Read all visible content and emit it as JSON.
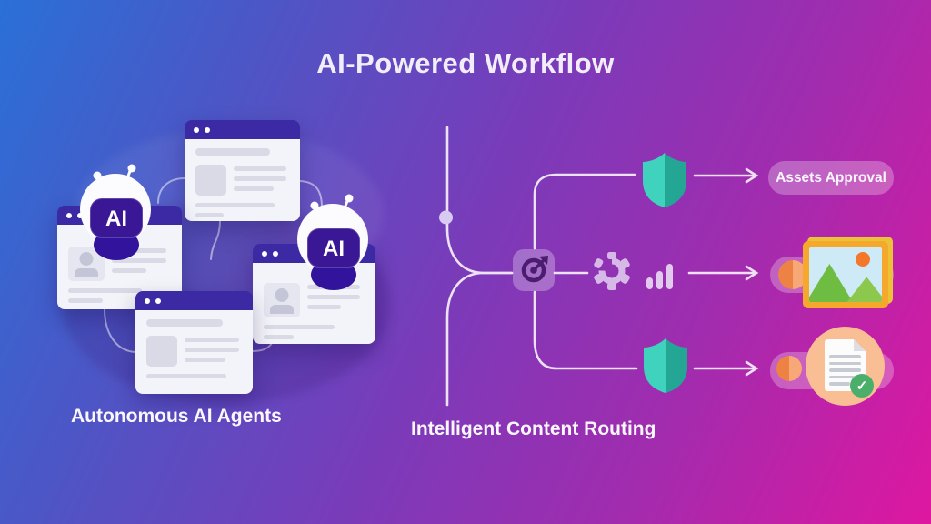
{
  "title": "AI-Powered Workflow",
  "agents": {
    "label": "Autonomous AI Agents",
    "badge": "AI",
    "window_count": 4
  },
  "routing": {
    "label": "Intelligent Content Routing",
    "outputs": [
      {
        "type": "approval-pill",
        "label": "Assets Approval"
      },
      {
        "type": "image-asset",
        "label": ""
      },
      {
        "type": "approved-document",
        "label": ""
      }
    ]
  },
  "icons": {
    "center": "target-routing-icon",
    "process": [
      "gear-icon",
      "bar-chart-icon"
    ],
    "guards": [
      "shield-icon",
      "shield-icon"
    ],
    "result_marks": [
      "image-icon",
      "document-check-icon"
    ]
  },
  "check_glyph": "✓",
  "colors": {
    "bg_gradient_start": "#2A70D7",
    "bg_gradient_mid": "#7A3BB9",
    "bg_gradient_end": "#DE17A0",
    "window_titlebar": "#3B2AA4",
    "robot_badge": "#3A1795",
    "shield_teal_light": "#3FD2BD",
    "shield_teal_dark": "#23A693",
    "flow_line": "#F6EEFB",
    "photo_frame": "#F5A82C",
    "orange_dot": "#EE8245",
    "peach": "#F9BE93",
    "check_green": "#4BAE6B"
  }
}
